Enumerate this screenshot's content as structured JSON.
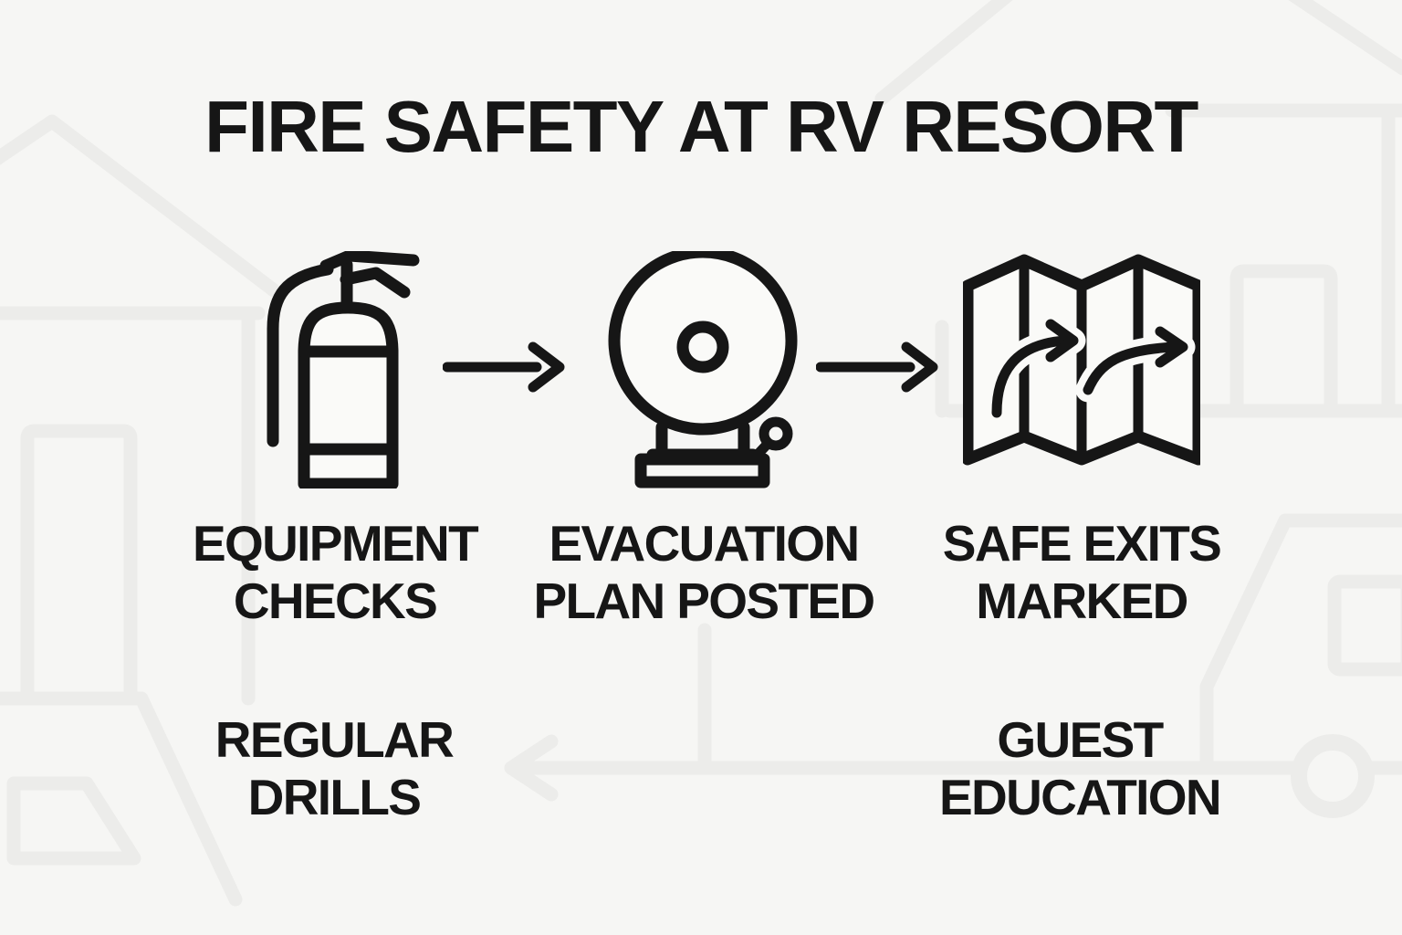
{
  "title": "FIRE SAFETY AT RV RESORT",
  "steps": [
    {
      "name": "equipment-checks",
      "icon": "fire-extinguisher-icon",
      "line1": "EQUIPMENT",
      "line2": "CHECKS"
    },
    {
      "name": "evacuation-plan-posted",
      "icon": "alarm-bell-icon",
      "line1": "EVACUATION",
      "line2": "PLAN POSTED"
    },
    {
      "name": "safe-exits-marked",
      "icon": "folded-map-icon",
      "line1": "SAFE EXITS",
      "line2": "MARKED"
    }
  ],
  "extras": [
    {
      "name": "regular-drills",
      "line1": "REGULAR",
      "line2": "DRILLS"
    },
    {
      "name": "guest-education",
      "line1": "GUEST",
      "line2": "EDUCATION"
    }
  ],
  "colors": {
    "ink": "#161616",
    "background": "#f6f6f4",
    "watermark": "#ececea",
    "icon_fill": "#fafaf8"
  }
}
